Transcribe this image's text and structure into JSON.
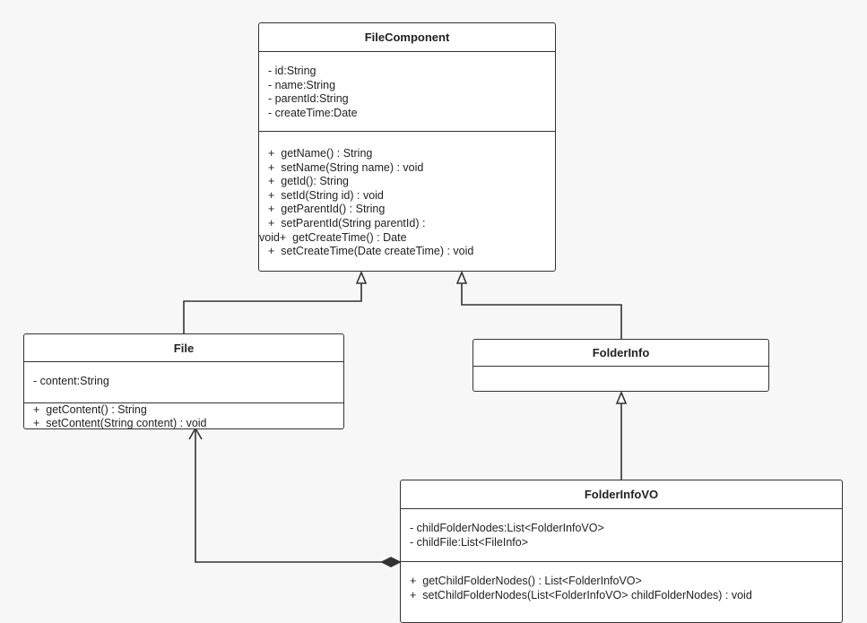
{
  "classes": {
    "file_component": {
      "name": "FileComponent",
      "attributes": [
        "- id:String",
        "- name:String",
        "- parentId:String",
        "- createTime:Date"
      ],
      "methods": [
        "+  getName() : String",
        "+  setName(String name) : void",
        "+  getId(): String",
        "+  setId(String id) : void",
        "+  getParentId() : String",
        "+  setParentId(String parentId) :",
        "void+  getCreateTime() : Date",
        "+  setCreateTime(Date createTime) : void"
      ]
    },
    "file": {
      "name": "File",
      "attributes": [
        "- content:String"
      ],
      "methods": [
        "+  getContent() : String",
        "+  setContent(String content) : void"
      ]
    },
    "folder_info": {
      "name": "FolderInfo",
      "attributes": [],
      "methods": []
    },
    "folder_info_vo": {
      "name": "FolderInfoVO",
      "attributes": [
        "- childFolderNodes:List<FolderInfoVO>",
        "- childFile:List<FileInfo>"
      ],
      "methods": [
        "+  getChildFolderNodes() : List<FolderInfoVO>",
        "+  setChildFolderNodes(List<FolderInfoVO> childFolderNodes) : void"
      ]
    }
  },
  "relationships": [
    {
      "type": "generalization",
      "from": "File",
      "to": "FileComponent"
    },
    {
      "type": "generalization",
      "from": "FolderInfo",
      "to": "FileComponent"
    },
    {
      "type": "generalization",
      "from": "FolderInfoVO",
      "to": "FolderInfo"
    },
    {
      "type": "composition",
      "from": "FolderInfoVO",
      "to": "File"
    }
  ],
  "colors": {
    "background": "#f7f7f7",
    "box_fill": "#ffffff",
    "line": "#333333"
  }
}
